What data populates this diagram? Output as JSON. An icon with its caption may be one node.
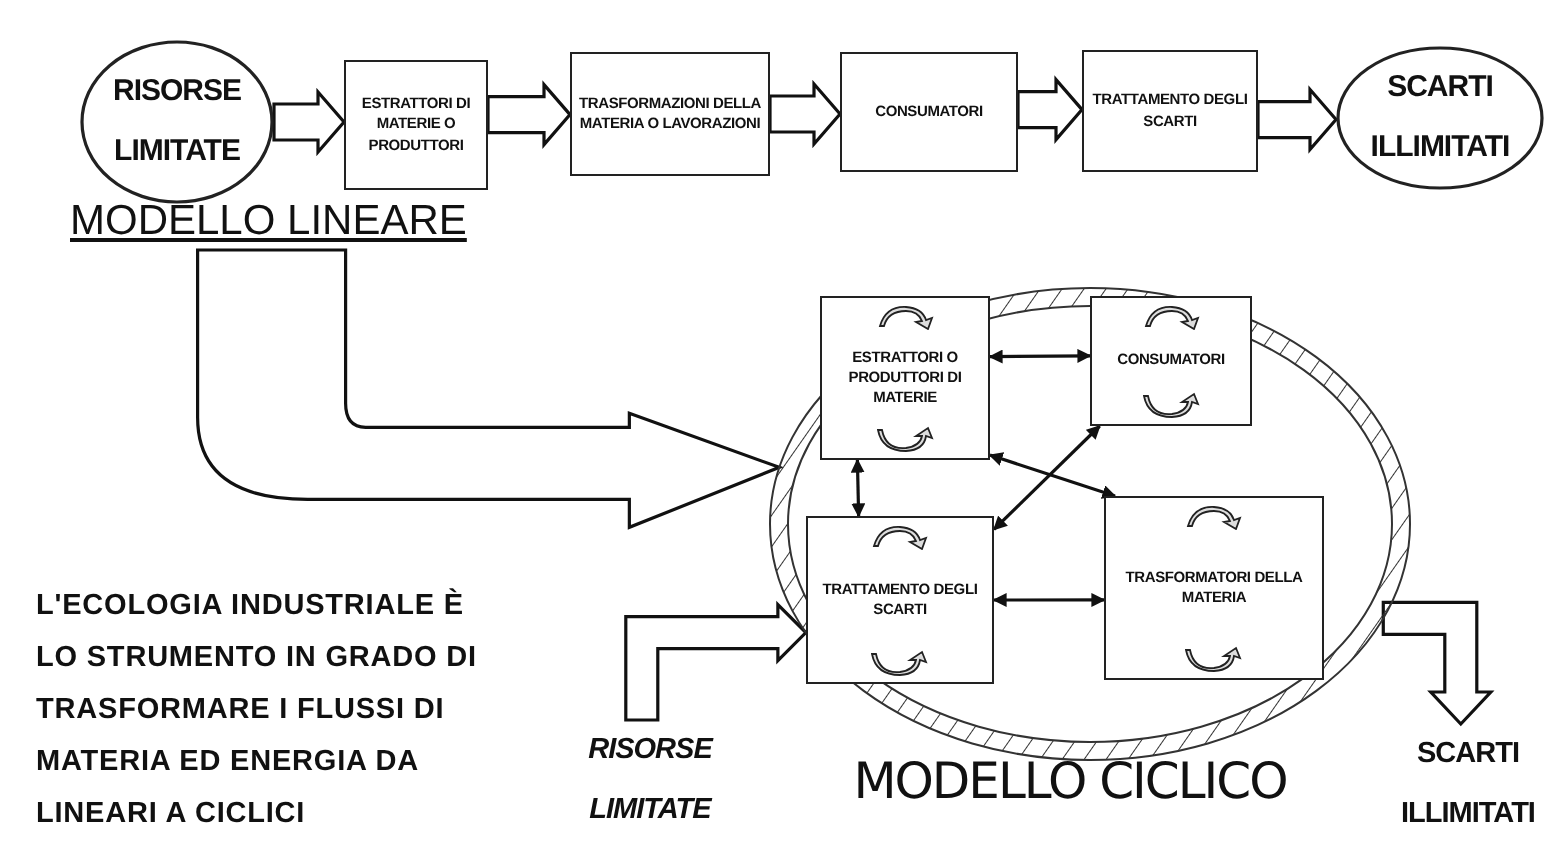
{
  "diagram": {
    "nodes": [
      {
        "text": [
          "RISORSE LIMITATE"
        ]
      },
      {
        "text": [
          "ESTRATTORI DI MATERIE O PRODUTTORI"
        ]
      },
      {
        "text": [
          "TRASFORMAZIONI DELLA MATERIA O LAVORAZIONI"
        ]
      },
      {
        "text": [
          "CONSUMATORI"
        ]
      },
      {
        "text": [
          "TRATTAMENTO DEGLI SCARTI"
        ]
      },
      {
        "text": [
          "SCARTI ILLIMITATI"
        ]
      },
      {
        "text": [
          "MODELLO LINEARE"
        ]
      },
      {
        "text": [
          "MODELLO CICLICO"
        ]
      },
      {
        "text": [
          "ESTRATTORI O PRODUTTORI DI MATERIE"
        ],
        "in": 7
      },
      {
        "text": [
          "CONSUMATORI"
        ],
        "in": 7
      },
      {
        "text": [
          "TRATTAMENTO DEGLI SCARTI"
        ],
        "in": 7
      },
      {
        "text": [
          "TRASFORMATORI DELLA MATERIA"
        ],
        "in": 7
      },
      {
        "text": [
          "RISORSE LIMITATE"
        ]
      },
      {
        "text": [
          "SCARTI ILLIMITATI"
        ]
      }
    ],
    "edges": [
      {
        "from": 0,
        "to": 1,
        "arrow": "to"
      },
      {
        "from": 1,
        "to": 2,
        "arrow": "to"
      },
      {
        "from": 2,
        "to": 3,
        "arrow": "to"
      },
      {
        "from": 3,
        "to": 4,
        "arrow": "to"
      },
      {
        "from": 4,
        "to": 5,
        "arrow": "to"
      },
      {
        "from": 6,
        "to": 7,
        "arrow": "to"
      },
      {
        "from": 8,
        "to": 9,
        "arrow": "both"
      },
      {
        "from": 8,
        "to": 11,
        "arrow": "both"
      },
      {
        "from": 10,
        "to": 9,
        "arrow": "both"
      },
      {
        "from": 10,
        "to": 11,
        "arrow": "both"
      },
      {
        "from": 8,
        "to": 10,
        "arrow": "both"
      },
      {
        "from": 12,
        "to": 7,
        "arrow": "to"
      },
      {
        "from": 7,
        "to": 13,
        "arrow": "to"
      }
    ],
    "labels": [
      "L'ECOLOGIA INDUSTRIALE È LO STRUMENTO IN GRADO DI TRASFORMARE I FLUSSI DI MATERIA ED ENERGIA DA LINEARI A CICLICI"
    ]
  }
}
